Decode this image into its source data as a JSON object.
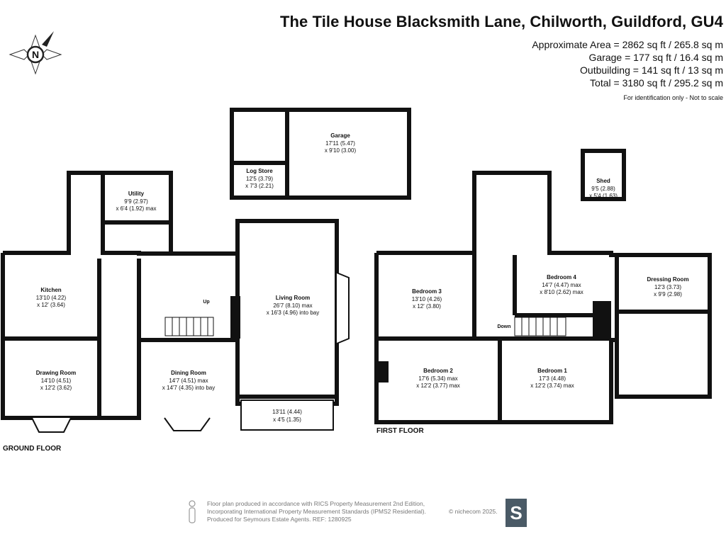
{
  "title": "The Tile House Blacksmith Lane, Chilworth, Guildford, GU4",
  "areas": [
    "Approximate Area = 2862 sq ft / 265.8 sq m",
    "Garage = 177 sq ft / 16.4 sq m",
    "Outbuilding = 141 sq ft / 13 sq m",
    "Total = 3180 sq ft / 295.2 sq m"
  ],
  "note": "For identification only - Not to scale",
  "compass_letter": "N",
  "floors": {
    "ground": "GROUND FLOOR",
    "first": "FIRST FLOOR"
  },
  "rooms": {
    "garage": [
      "Garage",
      "17'11 (5.47)",
      "x 9'10 (3.00)"
    ],
    "log_store": [
      "Log Store",
      "12'5 (3.79)",
      "x 7'3 (2.21)"
    ],
    "utility": [
      "Utility",
      "9'9 (2.97)",
      "x 6'4 (1.92) max"
    ],
    "kitchen": [
      "Kitchen",
      "13'10 (4.22)",
      "x 12' (3.64)"
    ],
    "living_room": [
      "Living Room",
      "26'7 (8.10) max",
      "x 16'3 (4.96) into bay"
    ],
    "drawing_room": [
      "Drawing Room",
      "14'10 (4.51)",
      "x 12'2 (3.62)"
    ],
    "dining_room": [
      "Dining Room",
      "14'7 (4.51) max",
      "x 14'7 (4.35) into bay"
    ],
    "conservatory": [
      "13'11 (4.44)",
      "x 4'5 (1.35)"
    ],
    "bedroom3": [
      "Bedroom 3",
      "13'10 (4.26)",
      "x 12' (3.80)"
    ],
    "bedroom4": [
      "Bedroom 4",
      "14'7 (4.47) max",
      "x 8'10 (2.62) max"
    ],
    "dressing_room": [
      "Dressing Room",
      "12'3 (3.73)",
      "x 9'9 (2.98)"
    ],
    "bedroom2": [
      "Bedroom 2",
      "17'6 (5.34) max",
      "x 12'2 (3.77) max"
    ],
    "bedroom1": [
      "Bedroom 1",
      "17'3 (4.48)",
      "x 12'2 (3.74) max"
    ],
    "shed": [
      "Shed",
      "9'5 (2.88)",
      "x 5'4 (1.63)"
    ]
  },
  "stairs": {
    "up": "Up",
    "down": "Down"
  },
  "footer": [
    "Floor plan produced in accordance with RICS Property Measurement 2nd Edition,",
    "Incorporating International Property Measurement Standards (IPMS2 Residential).",
    "Produced for Seymours Estate Agents.   REF: 1280925"
  ],
  "copyright": "© nichecom 2025.",
  "logo_letter": "S"
}
